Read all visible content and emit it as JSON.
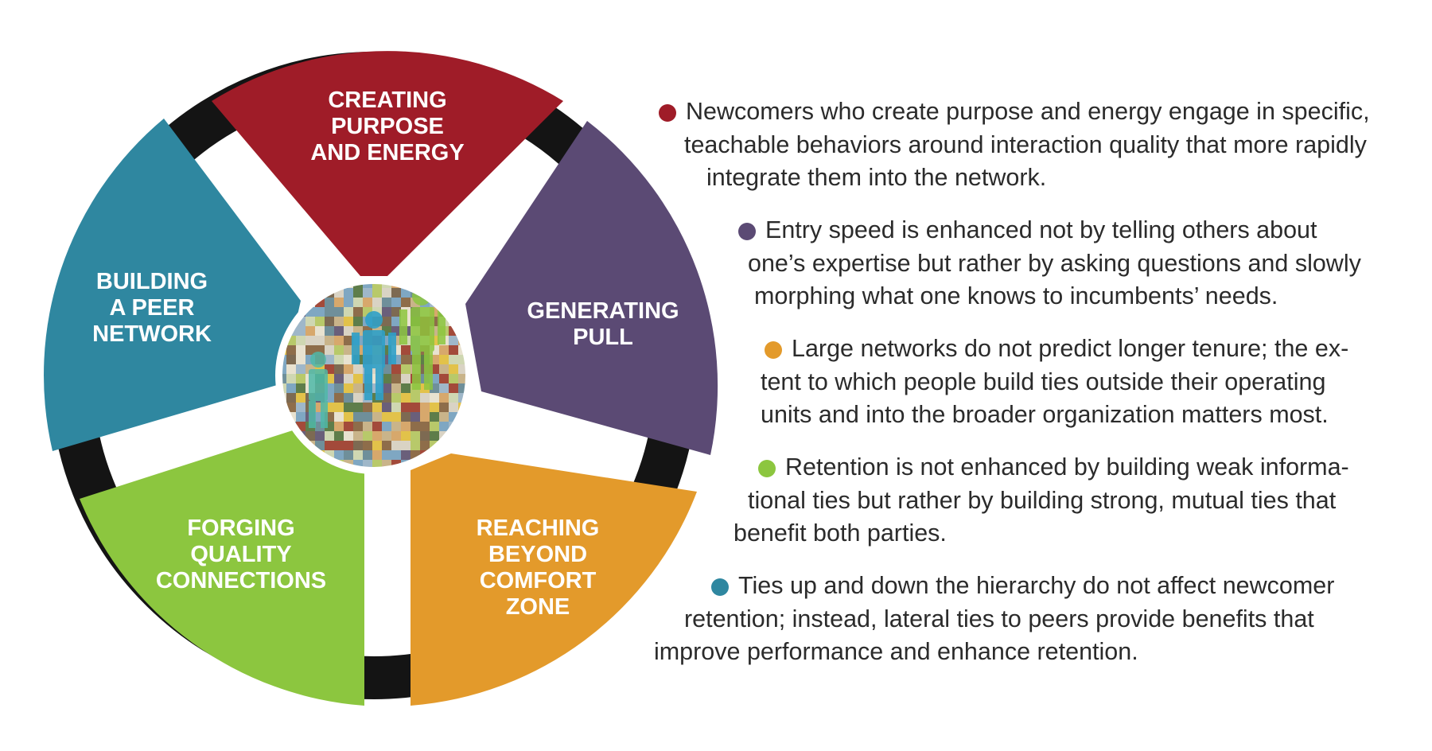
{
  "diagram": {
    "segments": [
      {
        "id": "creating",
        "lines": [
          "CREATING",
          "PURPOSE",
          "AND ENERGY"
        ],
        "color": "#9f1c28"
      },
      {
        "id": "generating",
        "lines": [
          "GENERATING",
          "PULL"
        ],
        "color": "#5b4a74"
      },
      {
        "id": "reaching",
        "lines": [
          "REACHING",
          "BEYOND",
          "COMFORT",
          "ZONE"
        ],
        "color": "#e39a2b"
      },
      {
        "id": "forging",
        "lines": [
          "FORGING",
          "QUALITY",
          "CONNECTIONS"
        ],
        "color": "#8cc63f"
      },
      {
        "id": "building",
        "lines": [
          "BUILDING",
          "A PEER",
          "NETWORK"
        ],
        "color": "#2f87a0"
      }
    ],
    "ring_color": "#141414"
  },
  "findings": [
    {
      "color": "#9f1c28",
      "lines": [
        "Newcomers who create purpose and energy engage in specific,",
        "teachable behaviors around interaction quality that more rapidly",
        "integrate them into the network."
      ]
    },
    {
      "color": "#5b4a74",
      "lines": [
        "Entry speed is enhanced not by telling others about",
        "one’s expertise but rather by asking questions and slowly",
        "morphing what one knows to incumbents’ needs."
      ]
    },
    {
      "color": "#e39a2b",
      "lines": [
        "Large networks do not predict longer tenure; the ex-",
        "tent to which people build ties outside their operating",
        "units and into the broader organization matters most."
      ]
    },
    {
      "color": "#8cc63f",
      "lines": [
        "Retention is not enhanced by building weak informa-",
        "tional ties but rather by building strong, mutual ties that",
        "benefit both parties."
      ]
    },
    {
      "color": "#2f87a0",
      "lines": [
        "Ties up and down the hierarchy do not affect newcomer",
        "retention; instead, lateral ties to peers provide benefits that",
        "improve performance and enhance retention."
      ]
    }
  ]
}
